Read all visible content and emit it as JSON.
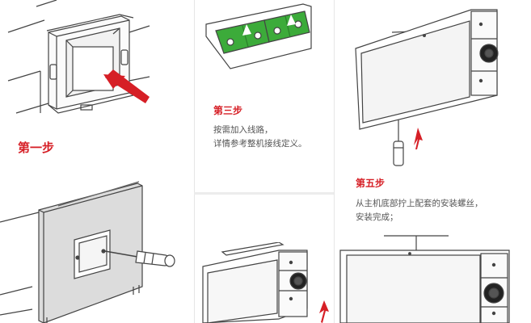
{
  "steps": {
    "step1": {
      "title": "第一步"
    },
    "step3": {
      "title": "第三步",
      "desc_line1": "按需加入线路，",
      "desc_line2": "详情参考整机接线定义。"
    },
    "step5": {
      "title": "第五步",
      "desc_line1": "从主机底部拧上配套的安装螺丝，",
      "desc_line2": "安装完成；"
    }
  },
  "colors": {
    "accent": "#d61f26",
    "pcb_green": "#3cab3a",
    "line_dark": "#444444",
    "device_face": "#f4f4f4"
  }
}
